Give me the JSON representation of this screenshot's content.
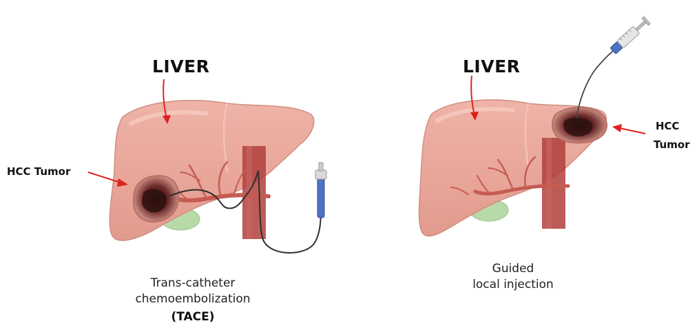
{
  "left": {
    "liver_label": "LIVER",
    "tumor_label": "HCC Tumor",
    "caption_line1": "Trans-catheter",
    "caption_line2": "chemoembolization",
    "caption_bold": "(TACE)"
  },
  "right": {
    "liver_label": "LIVER",
    "tumor_label_line1": "HCC",
    "tumor_label_line2": "Tumor",
    "caption_line1": "Guided",
    "caption_line2": "local injection"
  },
  "colors": {
    "liver": "#e9a89b",
    "liver_dark": "#d88f82",
    "vessel": "#a8443f",
    "artery": "#c65b52",
    "gallbladder": "#b8d9a8",
    "tumor": "#4a1e1e",
    "arrow": "#e02020",
    "catheter": "#333333",
    "device_blue": "#4f72c2"
  }
}
